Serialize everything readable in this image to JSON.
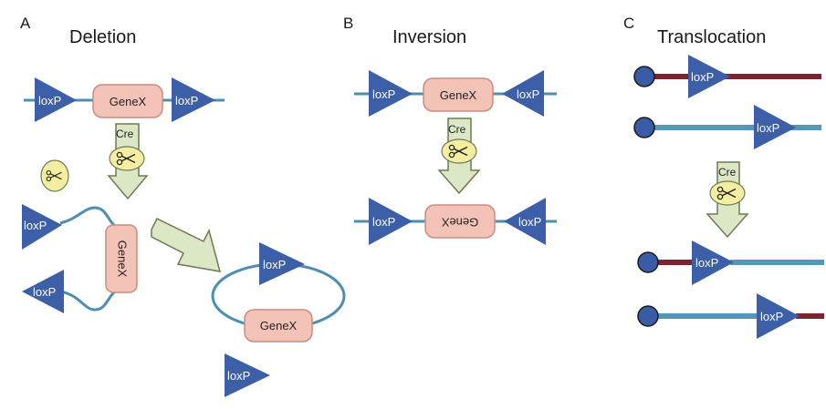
{
  "panels": {
    "a": {
      "letter": "A",
      "title": "Deletion"
    },
    "b": {
      "letter": "B",
      "title": "Inversion"
    },
    "c": {
      "letter": "C",
      "title": "Translocation"
    }
  },
  "labels": {
    "loxp": "loxP",
    "gene": "GeneX",
    "cre": "Cre"
  },
  "colors": {
    "loxp": "#3c5fa8",
    "dna": "#4e8fb1",
    "chromosome_dark": "#7e2430",
    "chromosome_light": "#5497bb",
    "gene_fill": "#f4c3b8",
    "gene_stroke": "#c98c80",
    "arrow_fill": "#dce8c5",
    "arrow_stroke": "#6f7a55",
    "scissors_fill": "#f3eea0",
    "centromere": "#3a5ba6"
  }
}
